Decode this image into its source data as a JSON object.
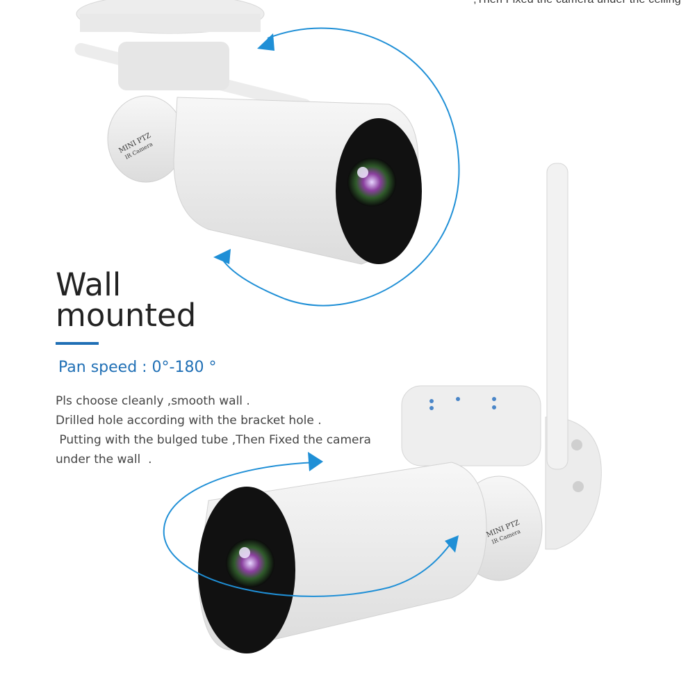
{
  "ceiling_caption": ",Then Fixed the camera under the ceiling",
  "title": {
    "line1": "Wall",
    "line2": "mounted"
  },
  "pan_speed": "Pan speed : 0°-180 °",
  "description": [
    "Pls choose cleanly ,smooth wall .",
    "Drilled hole according with the bracket hole .",
    " Putting with the bulged tube ,Then Fixed the camera",
    "under the wall  ."
  ],
  "camera_badge": {
    "brand": "MINI PTZ",
    "sub": "IR Camera"
  },
  "colors": {
    "accent": "#1f6fb5",
    "arrow": "#1f8fd6"
  }
}
